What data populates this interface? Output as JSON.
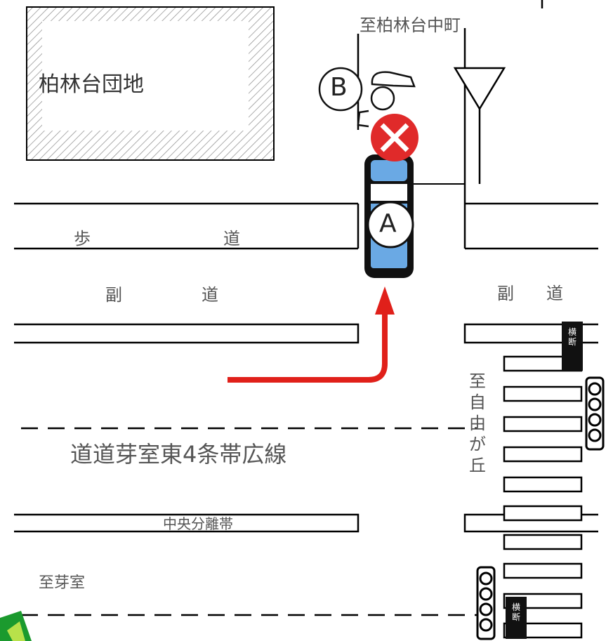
{
  "diagram": {
    "housing_complex": "柏林台団地",
    "to_kashiwabayashidai_nakamachi": "至柏林台中町",
    "marker_a": "A",
    "marker_b": "B",
    "sidewalk_char_1": "歩",
    "sidewalk_char_2": "道",
    "side_road_left_1": "副",
    "side_road_left_2": "道",
    "side_road_right_1": "副",
    "side_road_right_2": "道",
    "main_road": "道道芽室東4条帯広線",
    "median_strip": "中央分離帯",
    "to_jiyugaoka": "至自由が丘",
    "to_memuro": "至芽室",
    "crossing_sign_1": "横断",
    "crossing_sign_2": "横断"
  },
  "colors": {
    "arrow": "#e0201a",
    "car_body": "#6aa9e4",
    "stop_mark": "#e02a2a",
    "line": "#000000",
    "hatch": "#888888"
  }
}
